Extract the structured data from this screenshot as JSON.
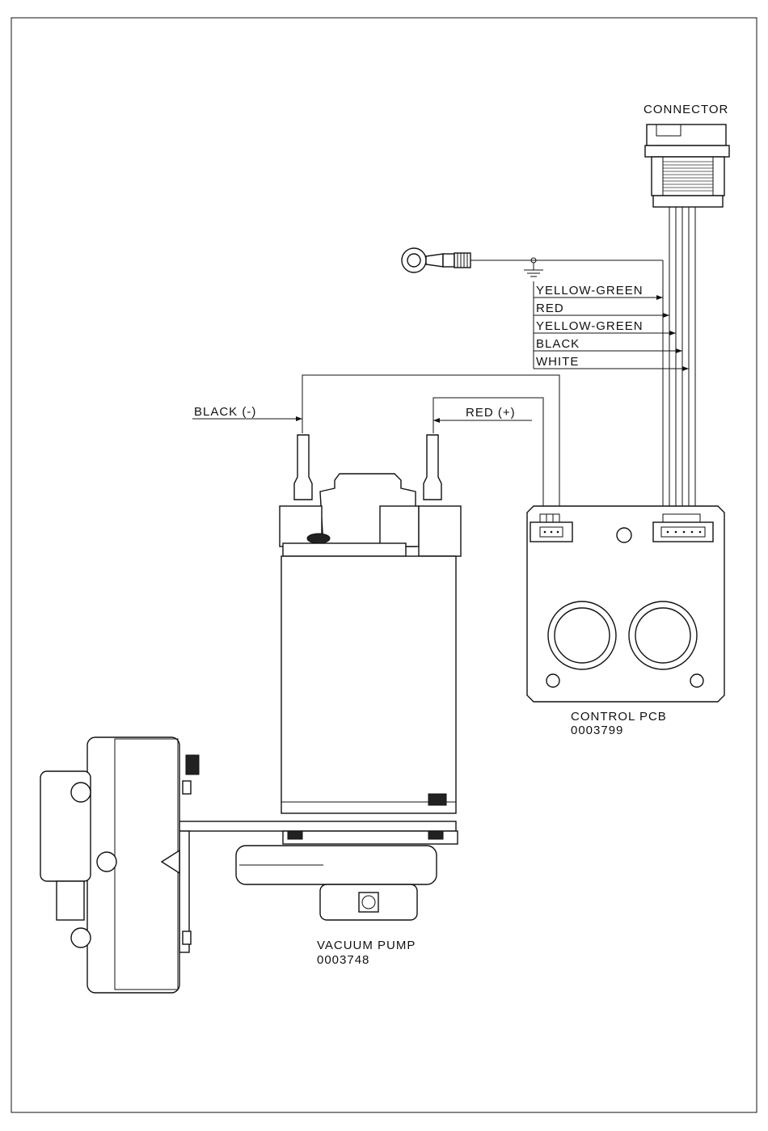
{
  "labels": {
    "connector": "CONNECTOR",
    "yellow_green_1": "YELLOW-GREEN",
    "red": "RED",
    "yellow_green_2": "YELLOW-GREEN",
    "black": "BLACK",
    "white": "WHITE",
    "black_minus": "BLACK (-)",
    "red_plus": "RED (+)",
    "control_pcb": "CONTROL PCB",
    "control_pcb_part": "0003799",
    "vacuum_pump": "VACUUM PUMP",
    "vacuum_pump_part": "0003748"
  },
  "colors": {
    "line": "#111111",
    "background": "#ffffff"
  }
}
